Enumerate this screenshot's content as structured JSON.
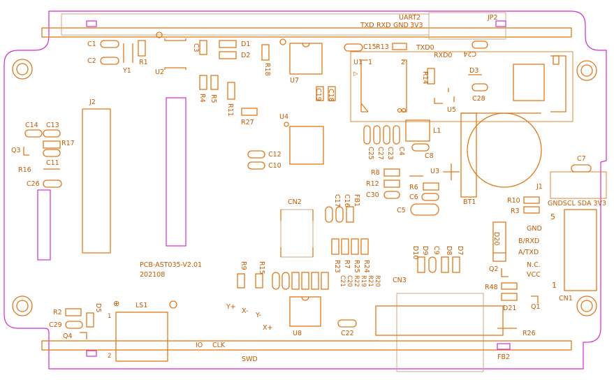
{
  "board": {
    "name": "PCB-AST035-V2.01",
    "date": "202108",
    "colors": {
      "silkscreen": "#e07818",
      "text": "#c45a00",
      "outline": "#d42ad4",
      "courtyard": "#c9a880",
      "background": "#ffffff"
    }
  },
  "labels": {
    "uart2": "UART2",
    "txd": "TXD",
    "rxd": "RXD",
    "gnd": "GND",
    "v33": "3V3",
    "jp2": "JP2",
    "c1": "C1",
    "c2": "C2",
    "y1": "Y1",
    "r1": "R1",
    "u2": "U2",
    "c3": "C3",
    "d1": "D1",
    "d2": "D2",
    "r18": "R18",
    "u7": "U7",
    "c15": "C15",
    "r13": "R13",
    "txd0": "TXD0",
    "rxd0": "RXD0",
    "c24": "C24",
    "u1": "U1",
    "u1_pin1": "1",
    "u1_pin2": "2",
    "r14": "R14",
    "d3": "D3",
    "c28": "C28",
    "u5": "U5",
    "r4": "R4",
    "r5": "R5",
    "r11": "R11",
    "c19": "C19",
    "c18": "C18",
    "j2": "J2",
    "r27": "R27",
    "u4": "U4",
    "c14": "C14",
    "c13": "C13",
    "q3": "Q3",
    "r17": "R17",
    "c11": "C11",
    "r16": "R16",
    "c26": "C26",
    "c12": "C12",
    "c10": "C10",
    "l1": "L1",
    "c25": "C25",
    "c27": "C27",
    "c23": "C23",
    "c4": "C4",
    "c8": "C8",
    "r8": "R8",
    "u3": "U3",
    "r12": "R12",
    "r6": "R6",
    "c30": "C30",
    "c6": "C6",
    "c5": "C5",
    "bt1": "BT1",
    "c7": "C7",
    "j1": "J1",
    "j1_pins": "GNDSCL SDA 3V3",
    "r10": "R10",
    "r3": "R3",
    "j1_pin5": "5",
    "cn2": "CN2",
    "c17": "C17",
    "c16": "C16",
    "fb1": "FB1",
    "d20": "D20",
    "gnd2": "GND",
    "b_rxd": "B/RXD",
    "a_txd": "A/TXD",
    "q2": "Q2",
    "nc": "N.C.",
    "vcc": "VCC",
    "cn1_pin1": "1",
    "cn1": "CN1",
    "r48": "R48",
    "d21": "D21",
    "q1": "Q1",
    "d10": "D10",
    "d9": "D9",
    "c9": "C9",
    "d8": "D8",
    "d7": "D7",
    "r23": "R23",
    "r7": "R7",
    "r25": "R25",
    "r24": "R24",
    "c21": "C21",
    "c20": "C20",
    "r22": "R22",
    "r19": "R19",
    "r21": "R21",
    "r20": "R20",
    "r9": "R9",
    "r15": "R15",
    "cn3": "CN3",
    "y_plus": "Y+",
    "x_minus": "X-",
    "y_minus": "Y-",
    "x_plus": "X+",
    "u8": "U8",
    "r2": "R2",
    "d5": "D5",
    "ls1": "LS1",
    "ls1_pin1": "1",
    "ls1_pin2": "2",
    "c29": "C29",
    "q4": "Q4",
    "io": "IO",
    "clk": "CLK",
    "swd": "SWD",
    "c22": "C22",
    "r26": "R26",
    "fb2": "FB2"
  }
}
